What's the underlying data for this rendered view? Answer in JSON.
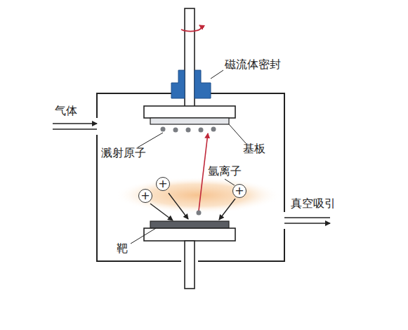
{
  "diagram": {
    "nodes": [
      {
        "text": [
          "+"
        ]
      },
      {
        "text": [
          "+"
        ]
      },
      {
        "text": [
          "+"
        ]
      }
    ],
    "labels": [
      "磁流体密封",
      "气体",
      "溅射原子",
      "基板",
      "氩离子",
      "真空吸引",
      "靶"
    ]
  }
}
